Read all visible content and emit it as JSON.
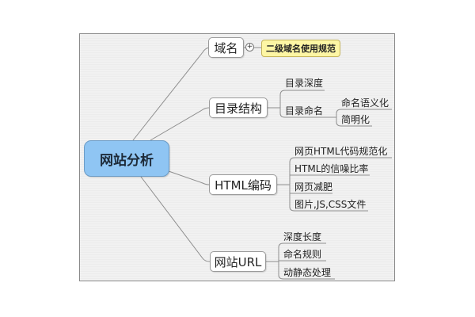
{
  "diagram": {
    "type": "mind-map",
    "root": {
      "label": "网站分析",
      "fill": "#8fc5f3"
    },
    "branches": [
      {
        "label": "域名",
        "collapse_toggle": "+",
        "note": {
          "label": "二级域名使用规范",
          "fill": "#fdf6a4"
        },
        "children": []
      },
      {
        "label": "目录结构",
        "children": [
          {
            "label": "目录深度"
          },
          {
            "label": "目录命名",
            "children": [
              {
                "label": "命名语义化"
              },
              {
                "label": "简明化"
              }
            ]
          }
        ]
      },
      {
        "label": "HTML编码",
        "children": [
          {
            "label": "网页HTML代码规范化"
          },
          {
            "label": "HTML的信噪比率"
          },
          {
            "label": "网页减肥"
          },
          {
            "label": "图片,JS,CSS文件"
          }
        ]
      },
      {
        "label": "网站URL",
        "children": [
          {
            "label": "深度长度"
          },
          {
            "label": "命名规则"
          },
          {
            "label": "动静态处理"
          }
        ]
      }
    ]
  }
}
